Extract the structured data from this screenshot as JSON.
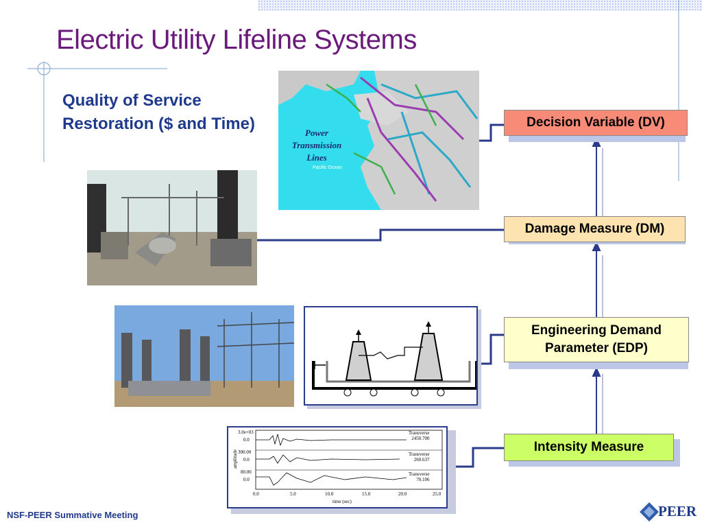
{
  "slide": {
    "title": "Electric Utility Lifeline Systems",
    "subtitle_line1": "Quality of Service",
    "subtitle_line2": "Restoration ($ and Time)",
    "footer": "NSF-PEER Summative Meeting",
    "logo": "PEER"
  },
  "boxes": {
    "dv": "Decision Variable (DV)",
    "dm": "Damage Measure (DM)",
    "edp_line1": "Engineering Demand",
    "edp_line2": "Parameter (EDP)",
    "im": "Intensity Measure"
  },
  "map": {
    "label_line1": "Power",
    "label_line2": "Transmission",
    "label_line3": "Lines",
    "ocean": "Pacific Ocean"
  },
  "seismogram": {
    "ylabel": "amplitude",
    "xlabel": "time (sec)",
    "traces": [
      {
        "name": "Transverse",
        "peak": "2450.700",
        "ymax": "3.0e+03",
        "yzero": "0.0"
      },
      {
        "name": "Transverse",
        "peak": "260.637",
        "ymax": "300.00",
        "yzero": "0.0"
      },
      {
        "name": "Transverse",
        "peak": "70.106",
        "ymax": "80.00",
        "yzero": "0.0"
      }
    ],
    "xticks": [
      "0.0",
      "5.0",
      "10.0",
      "15.0",
      "20.0",
      "25.0"
    ]
  },
  "colors": {
    "title": "#6a1a7a",
    "subtitle": "#1f3a8c",
    "dv_box": "#f88a78",
    "dm_box": "#fde3b0",
    "edp_box": "#ffffcc",
    "im_box": "#ccff66",
    "connector": "#2b3a8a"
  }
}
